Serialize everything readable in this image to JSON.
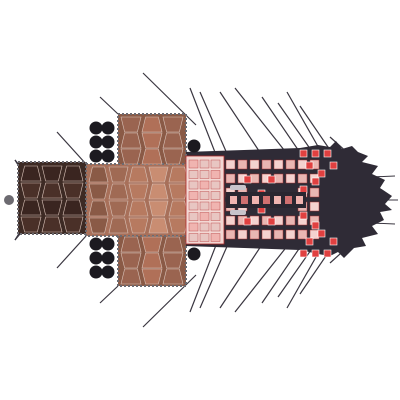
{
  "colors": {
    "background": "#ffffff",
    "hull_dark": "#2f2b36",
    "line": "#3a3640",
    "armor_dark": "#3d2a24",
    "armor_mid": "#7a5040",
    "armor_light": "#b77a60",
    "armor_lighter": "#c98d72",
    "hardpoint": "#1c1a20",
    "pink": "#f0b4b0",
    "red": "#e04040",
    "red_dark": "#b02828",
    "grey": "#8a8690"
  },
  "parts": {
    "rear_module": "rear-armor-module",
    "center_module": "center-armor-module",
    "upper_module": "upper-armor-module",
    "lower_module": "lower-armor-module",
    "core": "command-core",
    "engine_block": "engine-block",
    "antennae": "antenna-lines"
  },
  "icons": {
    "hardpoint": "circle-hardpoint-icon",
    "armor_tile": "trapezoid-armor-tile",
    "gun_cell": "red-gun-cell-icon",
    "rear_node": "rear-node-icon"
  }
}
